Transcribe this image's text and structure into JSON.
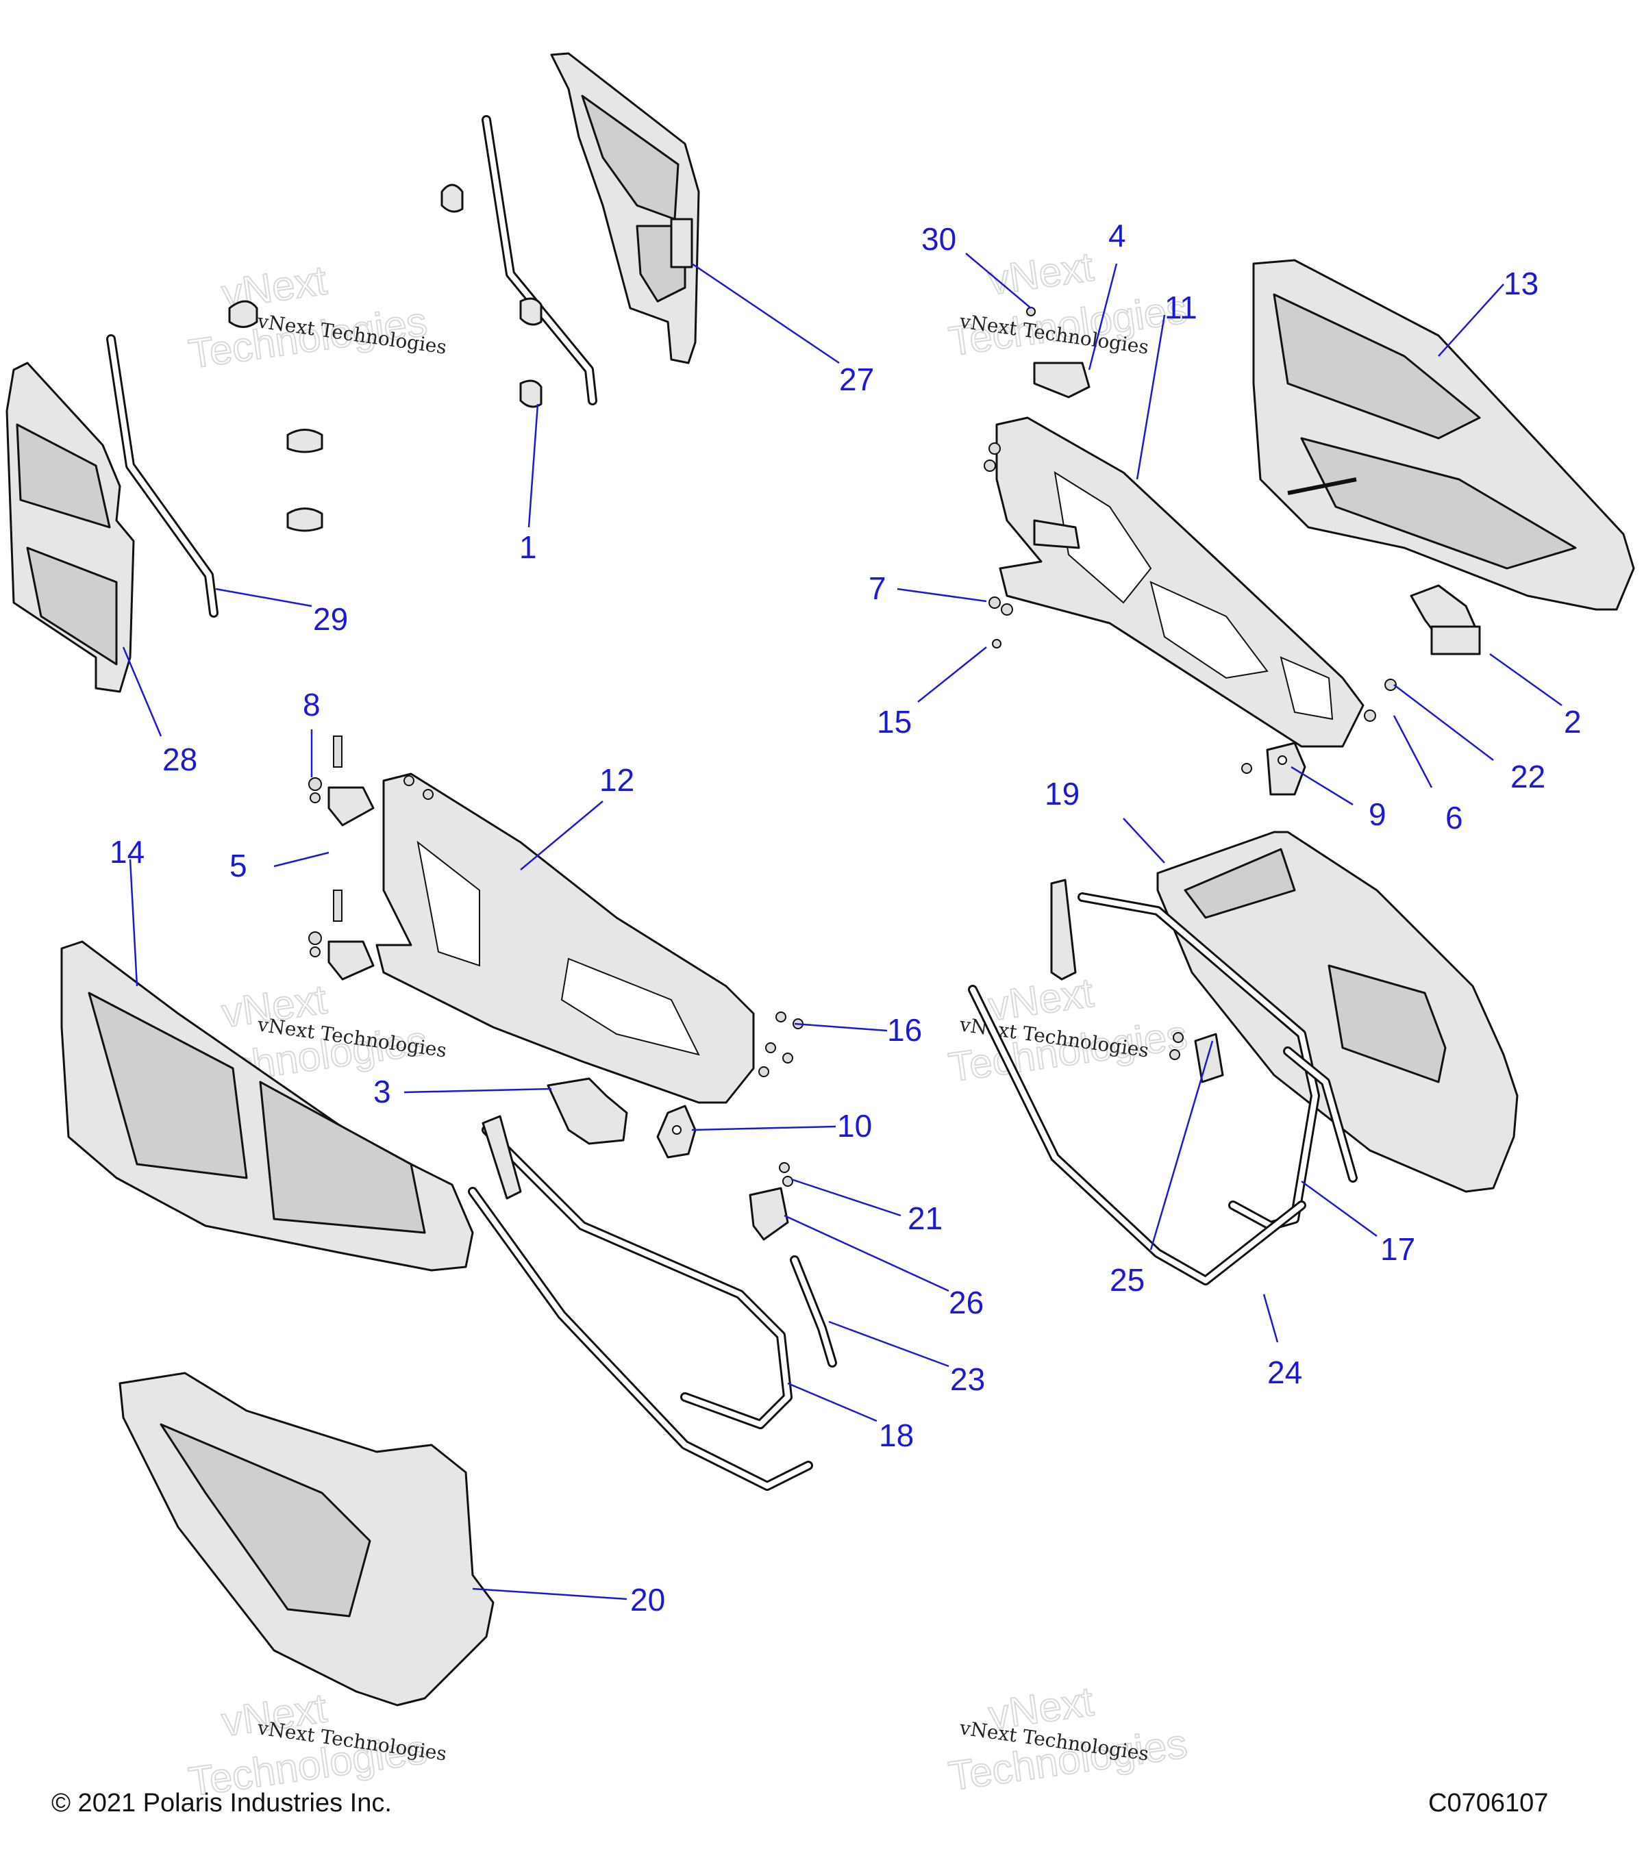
{
  "callouts": [
    {
      "label": "1"
    },
    {
      "label": "2"
    },
    {
      "label": "3"
    },
    {
      "label": "4"
    },
    {
      "label": "5"
    },
    {
      "label": "6"
    },
    {
      "label": "7"
    },
    {
      "label": "8"
    },
    {
      "label": "9"
    },
    {
      "label": "10"
    },
    {
      "label": "11"
    },
    {
      "label": "12"
    },
    {
      "label": "13"
    },
    {
      "label": "14"
    },
    {
      "label": "15"
    },
    {
      "label": "16"
    },
    {
      "label": "17"
    },
    {
      "label": "18"
    },
    {
      "label": "19"
    },
    {
      "label": "20"
    },
    {
      "label": "21"
    },
    {
      "label": "22"
    },
    {
      "label": "23"
    },
    {
      "label": "24"
    },
    {
      "label": "25"
    },
    {
      "label": "26"
    },
    {
      "label": "27"
    },
    {
      "label": "28"
    },
    {
      "label": "29"
    },
    {
      "label": "30"
    }
  ],
  "watermark": {
    "line1": "vNext Technologies",
    "line2": "vNext",
    "line3": "Technologies"
  },
  "footer": {
    "copyright": "© 2021 Polaris Industries Inc.",
    "code": "C0706107"
  },
  "colors": {
    "callout": "#1a1ad6",
    "part_fill": "#e6e6e6",
    "outline": "#111111"
  }
}
